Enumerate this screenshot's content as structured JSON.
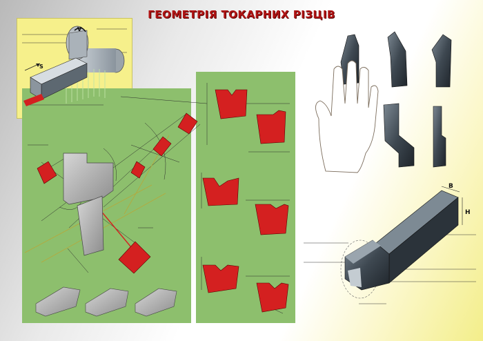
{
  "poster": {
    "title": "ГЕОМЕТРІЯ ТОКАРНИХ РІЗЦІВ",
    "colors": {
      "title_red": "#b01515",
      "panel_green": "#8dbf6d",
      "inset_yellow": "#f6f08b",
      "cutter_red": "#d42020",
      "tool_steel": "#4c5761"
    }
  },
  "inset_labels": {
    "feed_s": "S",
    "angle_v": "V"
  },
  "dimension_labels": {
    "width_b": "B",
    "height_h": "H"
  }
}
